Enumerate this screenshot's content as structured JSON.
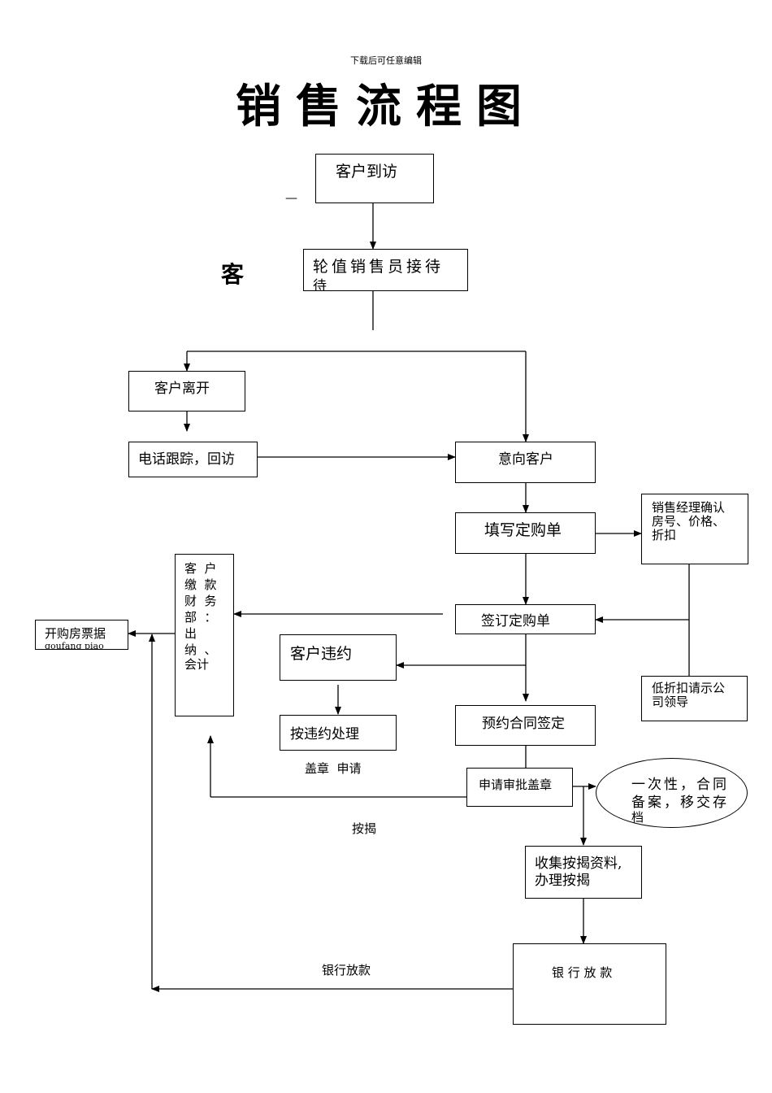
{
  "header": {
    "note": "下载后可任意编辑",
    "title": "销售流程图"
  },
  "side_marks": {
    "dash": "—",
    "char": "客"
  },
  "nodes": {
    "visit": "客户到访",
    "reception_line1": "轮值销售员接待",
    "reception_line2": "待",
    "leave": "客户离开",
    "phone": "电话跟踪，回访",
    "intent": "意向客户",
    "fill_order": "填写定购单",
    "manager_l1": "销售经理确认",
    "manager_l2": "房号、价格、",
    "manager_l3": "折扣",
    "sign_order": "签订定购单",
    "finance_l1": "客  户",
    "finance_l2": "缴  款",
    "finance_l3": "财  务",
    "finance_l4": "部  ：",
    "finance_l5": "出",
    "finance_l6": "纳  、",
    "finance_l7": "会计",
    "invoice_l1": "开购房票据",
    "invoice_l2": "goufang piao",
    "breach": "客户违约",
    "breach_handle": "按违约处理",
    "low_discount_l1": "低折扣请示公",
    "low_discount_l2": "司领导",
    "contract": "预约合同签定",
    "apply_stamp": "申请审批盖章",
    "once_l1": "一次性，合同",
    "once_l2": "备案，移交存",
    "once_l3": "档",
    "collect_l1": "收集按揭资料,",
    "collect_l2": "办理按揭",
    "bank": "银 行 放 款"
  },
  "labels": {
    "stamp_apply": "盖章  申请",
    "mortgage": "按揭",
    "bank_loan": "银行放款"
  }
}
